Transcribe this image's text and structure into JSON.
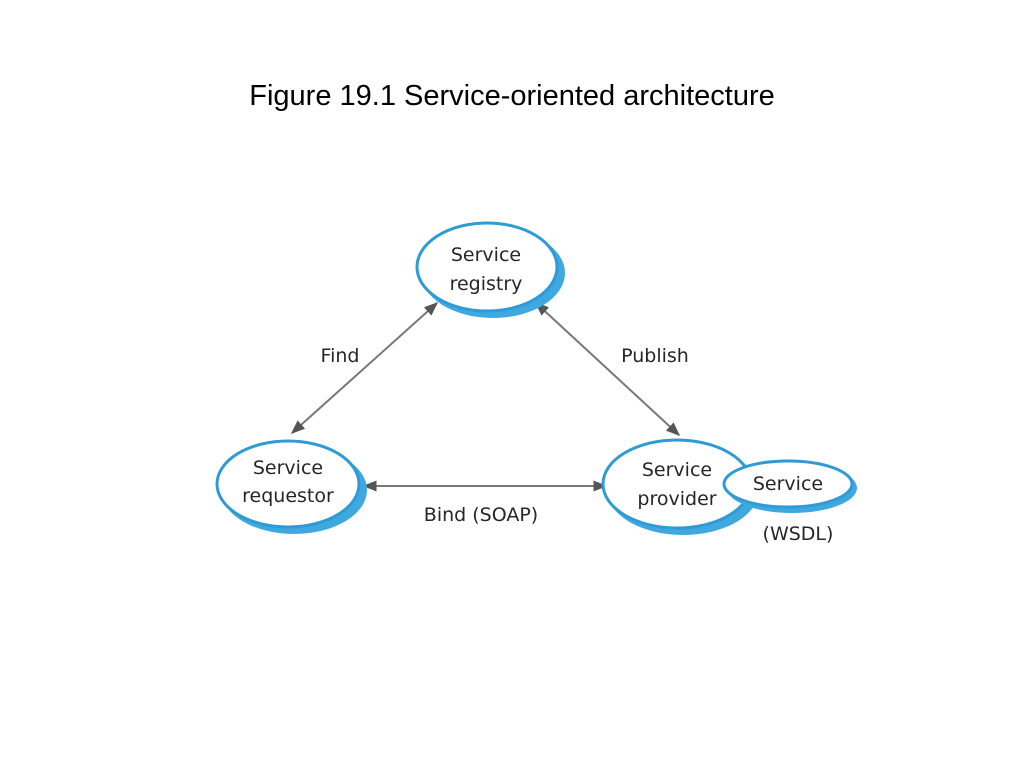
{
  "title": "Figure 19.1 Service-oriented architecture",
  "colors": {
    "node_border": "#2E9BD6",
    "node_shadow": "#3FA9DF",
    "arrow": "#555555",
    "text": "#262626"
  },
  "nodes": {
    "registry": {
      "line1": "Service",
      "line2": "registry"
    },
    "requestor": {
      "line1": "Service",
      "line2": "requestor"
    },
    "provider": {
      "line1": "Service",
      "line2": "provider"
    },
    "service": {
      "label": "Service"
    }
  },
  "edges": {
    "find": "Find",
    "publish": "Publish",
    "bind": "Bind (SOAP)"
  },
  "annotations": {
    "wsdl": "(WSDL)"
  }
}
